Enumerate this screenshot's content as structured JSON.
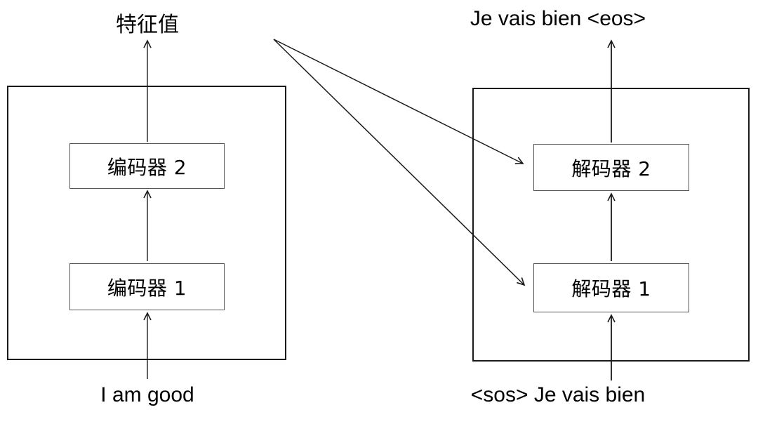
{
  "diagram": {
    "title_text_absent": "",
    "background_color": "#ffffff",
    "line_color": "#1a1a1a",
    "box_border_color": "#555555"
  },
  "encoder_stack": {
    "output_label": "特征值",
    "input_label": "I am good",
    "units": [
      {
        "id": "encoder-2",
        "label": "编码器 2"
      },
      {
        "id": "encoder-1",
        "label": "编码器 1"
      }
    ]
  },
  "decoder_stack": {
    "output_label": "Je vais bien <eos>",
    "input_label": "<sos> Je vais bien",
    "units": [
      {
        "id": "decoder-2",
        "label": "解码器 2"
      },
      {
        "id": "decoder-1",
        "label": "解码器 1"
      }
    ]
  },
  "connections": {
    "cross_arrow_1_desc": "encoder-output-to-decoder-2",
    "cross_arrow_2_desc": "encoder-output-to-decoder-1"
  }
}
